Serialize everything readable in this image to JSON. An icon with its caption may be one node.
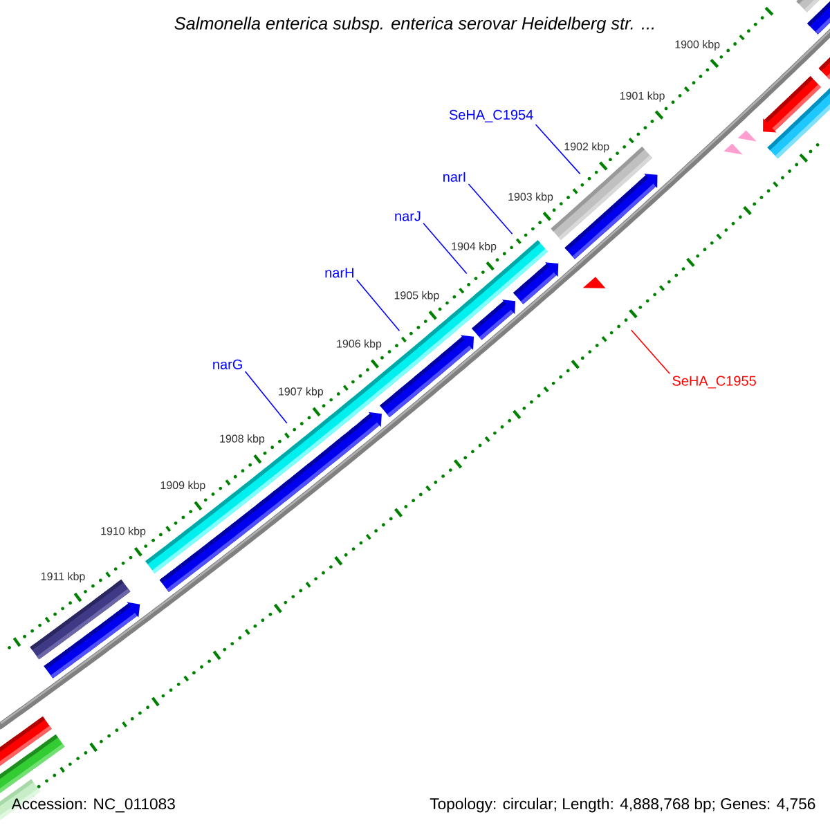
{
  "diagram": {
    "title": "Salmonella enterica subsp. enterica serovar Heidelberg str. ...",
    "nodes": [
      {
        "text": [
          "SeHA_C1954"
        ]
      },
      {
        "text": [
          "narI"
        ]
      },
      {
        "text": [
          "narJ"
        ]
      },
      {
        "text": [
          "narH"
        ]
      },
      {
        "text": [
          "SeHA_C1955"
        ]
      },
      {
        "text": [
          "narG"
        ]
      }
    ],
    "edges": [
      {
        "from": 0,
        "to": null,
        "arrow": "none"
      },
      {
        "from": 1,
        "to": null,
        "arrow": "none"
      },
      {
        "from": 2,
        "to": null,
        "arrow": "none"
      },
      {
        "from": 3,
        "to": null,
        "arrow": "none"
      },
      {
        "from": 4,
        "to": null,
        "arrow": "none",
        "color": "#ff0000"
      },
      {
        "from": 5,
        "to": null,
        "arrow": "none"
      }
    ],
    "labels": [
      "1900 kbp",
      "1901 kbp",
      "1902 kbp",
      "1903 kbp",
      "1904 kbp",
      "1905 kbp",
      "1906 kbp",
      "1907 kbp",
      "1908 kbp",
      "1909 kbp",
      "1910 kbp",
      "1911 kbp",
      "Accession: NC_011083",
      "Topology: circular; Length: 4,888,768 bp; Genes: 4,756"
    ]
  }
}
